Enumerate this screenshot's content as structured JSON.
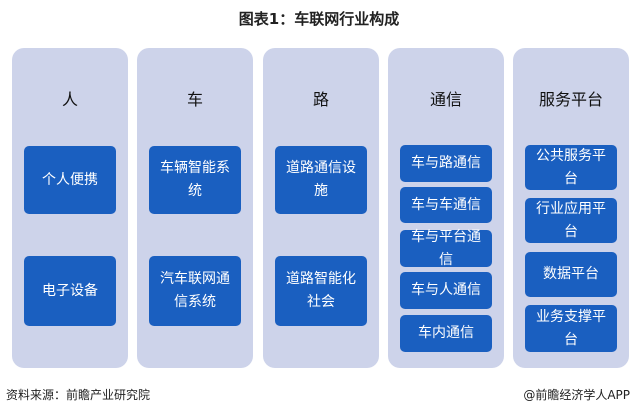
{
  "title": "图表1：车联网行业构成",
  "columns": [
    {
      "header": "人",
      "items": [
        "个人便携",
        "电子设备"
      ]
    },
    {
      "header": "车",
      "items": [
        "车辆智能系统",
        "汽车联网通信系统"
      ]
    },
    {
      "header": "路",
      "items": [
        "道路通信设施",
        "道路智能化社会"
      ]
    },
    {
      "header": "通信",
      "items": [
        "车与路通信",
        "车与车通信",
        "车与平台通信",
        "车与人通信",
        "车内通信"
      ]
    },
    {
      "header": "服务平台",
      "items": [
        "公共服务平台",
        "行业应用平台",
        "数据平台",
        "业务支撑平台"
      ]
    }
  ],
  "source": "资料来源：前瞻产业研究院",
  "credit": "@前瞻经济学人APP"
}
